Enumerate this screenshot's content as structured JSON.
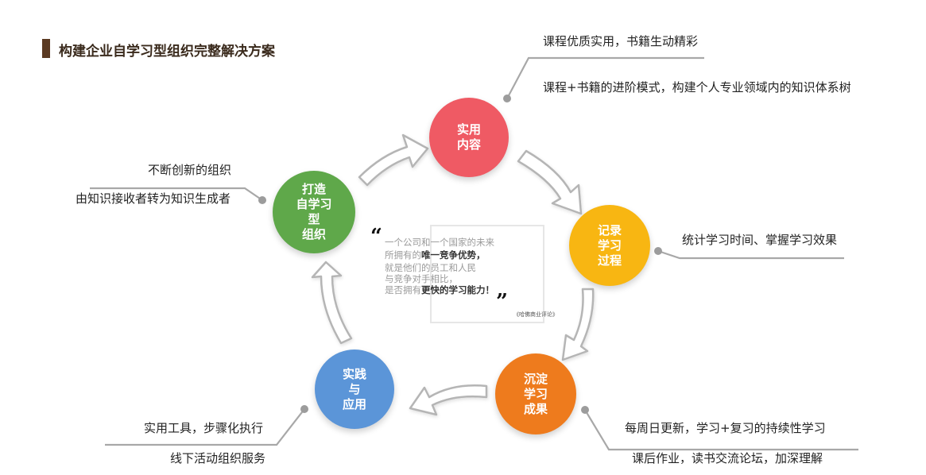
{
  "title": "构建企业自学习型组织完整解决方案",
  "nodes": {
    "content": "实用\n内容",
    "record": "记录\n学习\n过程",
    "settle": "沉淀\n学习\n成果",
    "practice": "实践\n与\n应用",
    "org": "打造\n自学习\n型\n组织"
  },
  "labels": {
    "content_1": "课程优质实用，书籍生动精彩",
    "content_2": "课程+书籍的进阶模式，构建个人专业领域内的知识体系树",
    "record_1": "统计学习时间、掌握学习效果",
    "settle_1": "每周日更新，学习+复习的持续性学习",
    "settle_2": "课后作业，读书交流论坛，加深理解",
    "practice_1": "实用工具，步骤化执行",
    "practice_2": "线下活动组织服务",
    "org_1": "不断创新的组织",
    "org_2": "由知识接收者转为知识生成者"
  },
  "quote": {
    "open_mark": "“",
    "close_mark": "”",
    "line1": "一个公司和一个国家的未来",
    "line2_pre": "所拥有的",
    "line2_bold": "唯一竞争优势，",
    "line3": "就是他们的员工和人民",
    "line4": "与竞争对手相比，",
    "line5_pre": "是否拥有",
    "line5_bold": "更快的学习能力！",
    "source": "《哈佛商业评论》"
  },
  "colors": {
    "content": "#ef5a64",
    "record": "#f8b612",
    "settle": "#ee7b1d",
    "practice": "#5b95d8",
    "org": "#5fa84a",
    "title_bar": "#5b3a22",
    "connector": "#9a9a9a"
  }
}
